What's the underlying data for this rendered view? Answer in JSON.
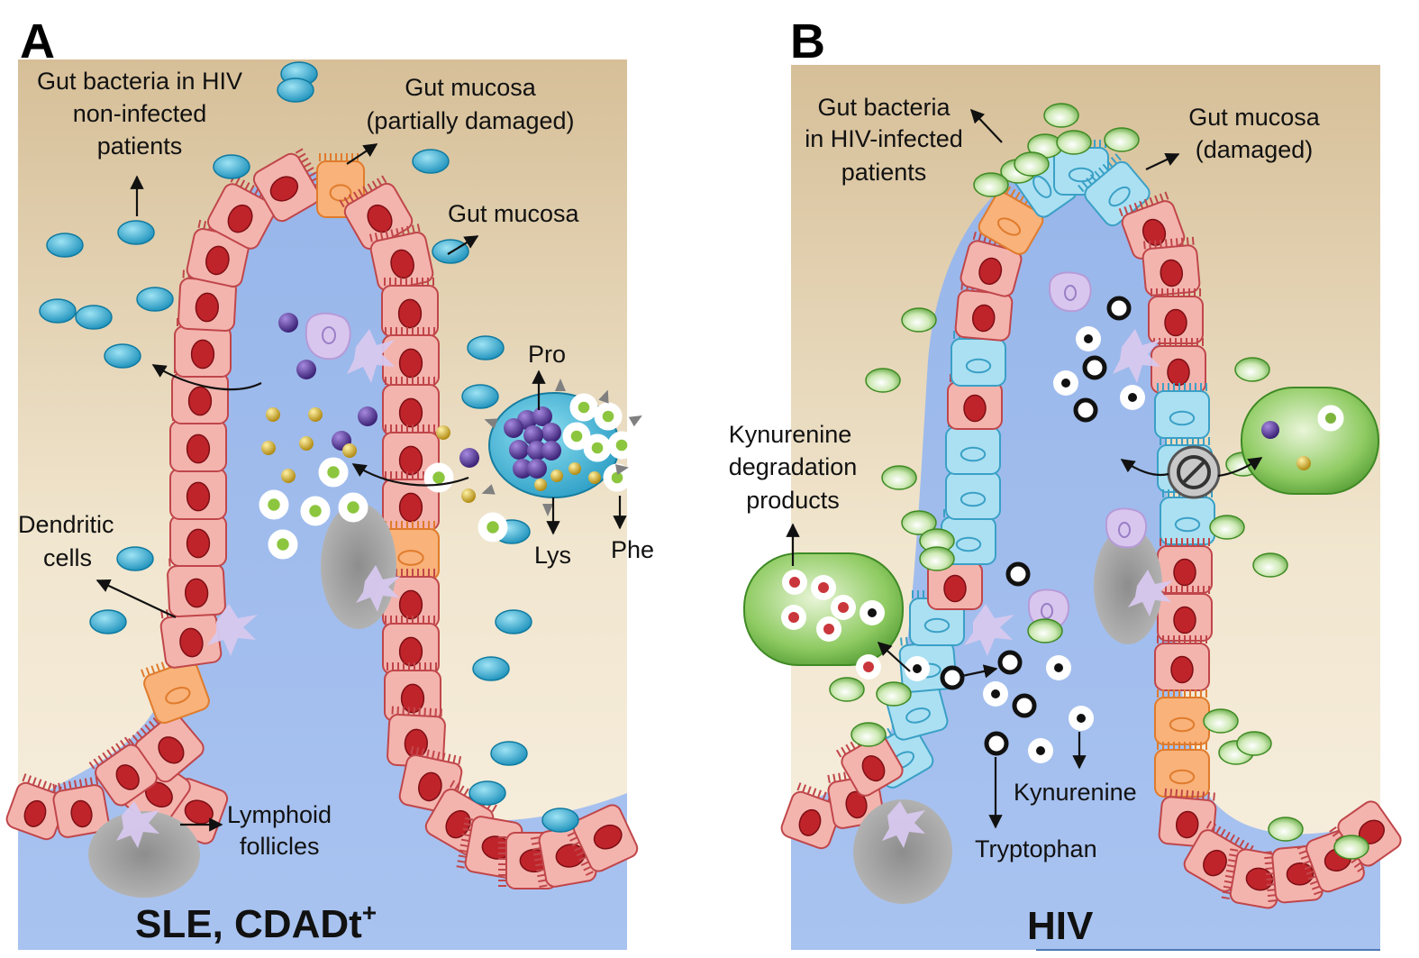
{
  "panels": {
    "a": {
      "letter": "A",
      "title_main": "SLE, CDADt",
      "title_sup": "+",
      "labels": {
        "bacteria_1": "Gut bacteria in HIV",
        "bacteria_2": "non-infected",
        "bacteria_3": "patients",
        "mucosa_partial_1": "Gut mucosa",
        "mucosa_partial_2": "(partially damaged)",
        "mucosa": "Gut mucosa",
        "dendritic_1": "Dendritic",
        "dendritic_2": "cells",
        "lymphoid_1": "Lymphoid",
        "lymphoid_2": "follicles",
        "pro": "Pro",
        "lys": "Lys",
        "phe": "Phe"
      }
    },
    "b": {
      "letter": "B",
      "title_main": "HIV",
      "labels": {
        "bacteria_1": "Gut bacteria",
        "bacteria_2": "in HIV-infected",
        "bacteria_3": "patients",
        "mucosa_1": "Gut mucosa",
        "mucosa_2": "(damaged)",
        "kyn_deg_1": "Kynurenine",
        "kyn_deg_2": "degradation",
        "kyn_deg_3": "products",
        "kynurenine": "Kynurenine",
        "tryptophan": "Tryptophan"
      }
    }
  },
  "colors": {
    "background_top": "#d8c3a0",
    "background_bottom": "#f3ead8",
    "lumen": "#9fb9ec",
    "epithelial_cell": "#f4b3ad",
    "nucleus": "#c0242b",
    "damaged_cell_orange": "#f8b57c",
    "damaged_cell_blue": "#aee1f2",
    "bacteria_blue": "#2aa3c9",
    "bacteria_green": "#7fc25a",
    "proline": "#5b3a9a",
    "lysine": "#d9b530",
    "phenylalanine_dot": "#8cc63f",
    "kynurenine_product": "#c9363b"
  }
}
